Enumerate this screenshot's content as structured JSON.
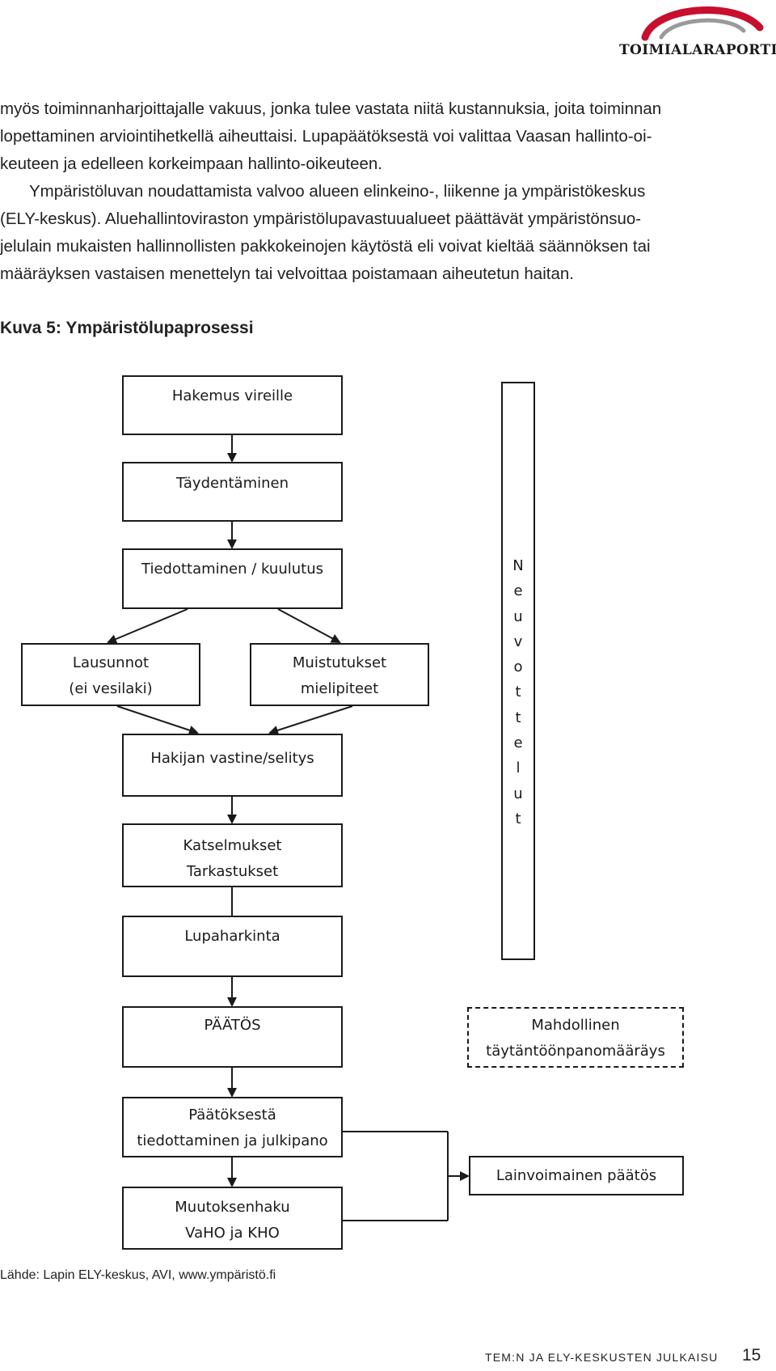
{
  "header": {
    "logo_text": "TOIMIALARAPORTIT",
    "logo_color": "#c8102e"
  },
  "body": {
    "lines": [
      "myös toiminnanharjoittajalle vakuus, jonka tulee vastata niitä kustannuksia, joita toiminnan",
      "lopettaminen arviointihetkellä aiheuttaisi. Lupapäätöksestä voi valittaa Vaasan hallinto-oi-",
      "keuteen ja edelleen korkeimpaan hallinto-oikeuteen.",
      "Ympäristöluvan noudattamista valvoo alueen elinkeino-, liikenne ja ympäristökeskus",
      "(ELY-keskus). Aluehallintoviraston ympäristölupavastuualueet päättävät ympäristönsuo-",
      "jelulain mukaisten hallinnollisten pakkokeinojen käytöstä eli voivat kieltää säännöksen tai",
      "määräyksen vastaisen menettelyn tai velvoittaa poistamaan aiheutetun haitan."
    ]
  },
  "figure": {
    "caption": "Kuva 5: Ympäristölupaprosessi",
    "boxes": {
      "hakemus": "Hakemus vireille",
      "taydentaminen": "Täydentäminen",
      "tiedottaminen": "Tiedottaminen / kuulutus",
      "lausunnot": [
        "Lausunnot",
        "(ei vesilaki)"
      ],
      "muistutukset": [
        "Muistutukset",
        "mielipiteet"
      ],
      "hakijan": "Hakijan vastine/selitys",
      "katselmukset": [
        "Katselmukset",
        "Tarkastukset"
      ],
      "lupaharkinta": "Lupaharkinta",
      "paatos": "PÄÄTÖS",
      "mahdollinen": [
        "Mahdollinen",
        "täytäntöönpanomääräys"
      ],
      "paatoksesta": [
        "Päätöksestä",
        "tiedottaminen ja julkipano"
      ],
      "lainvoimainen": "Lainvoimainen päätös",
      "muutoksenhaku": [
        "Muutoksenhaku",
        "VaHO ja KHO"
      ]
    },
    "vertical_label": [
      "N",
      "e",
      "u",
      "v",
      "o",
      "t",
      "t",
      "e",
      "l",
      "u",
      "t"
    ],
    "source": "Lähde: Lapin ELY-keskus, AVI, www.ympäristö.fi"
  },
  "footer": {
    "publication": "TEM:N JA ELY-KESKUSTEN JULKAISU",
    "page_number": "15"
  }
}
